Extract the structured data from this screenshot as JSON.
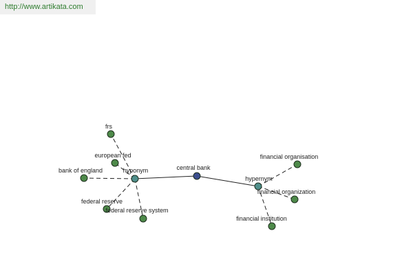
{
  "site": {
    "url_text": "http://www.artikata.com"
  },
  "colors": {
    "leaf": "#4e8a4a",
    "relation": "#4f8f8b",
    "center": "#3c4f8f",
    "edge": "#222222",
    "watermark_text": "#2f7d2f",
    "watermark_bg": "#f0f0f0"
  },
  "graph": {
    "nodes": [
      {
        "id": "central-bank",
        "label": "central bank",
        "kind": "center"
      },
      {
        "id": "hyponym",
        "label": "hyponym",
        "kind": "relation"
      },
      {
        "id": "hypernym",
        "label": "hypernym",
        "kind": "relation"
      },
      {
        "id": "frs",
        "label": "frs",
        "kind": "leaf"
      },
      {
        "id": "european-fed",
        "label": "european fed",
        "kind": "leaf"
      },
      {
        "id": "bank-of-england",
        "label": "bank of england",
        "kind": "leaf"
      },
      {
        "id": "federal-reserve",
        "label": "federal reserve",
        "kind": "leaf"
      },
      {
        "id": "federal-reserve-system",
        "label": "federal reserve system",
        "kind": "leaf"
      },
      {
        "id": "financial-organisation",
        "label": "financial organisation",
        "kind": "leaf"
      },
      {
        "id": "financial-organization",
        "label": "financial organization",
        "kind": "leaf"
      },
      {
        "id": "financial-institution",
        "label": "financial institution",
        "kind": "leaf"
      }
    ],
    "edges": [
      {
        "from": "hyponym",
        "to": "central-bank",
        "style": "solid"
      },
      {
        "from": "central-bank",
        "to": "hypernym",
        "style": "solid"
      },
      {
        "from": "hyponym",
        "to": "frs",
        "style": "dashed"
      },
      {
        "from": "hyponym",
        "to": "european-fed",
        "style": "dashed"
      },
      {
        "from": "hyponym",
        "to": "bank-of-england",
        "style": "dashed"
      },
      {
        "from": "hyponym",
        "to": "federal-reserve",
        "style": "dashed"
      },
      {
        "from": "hyponym",
        "to": "federal-reserve-system",
        "style": "dashed"
      },
      {
        "from": "hypernym",
        "to": "financial-organisation",
        "style": "dashed"
      },
      {
        "from": "hypernym",
        "to": "financial-organization",
        "style": "dashed"
      },
      {
        "from": "hypernym",
        "to": "financial-institution",
        "style": "dashed"
      }
    ]
  }
}
